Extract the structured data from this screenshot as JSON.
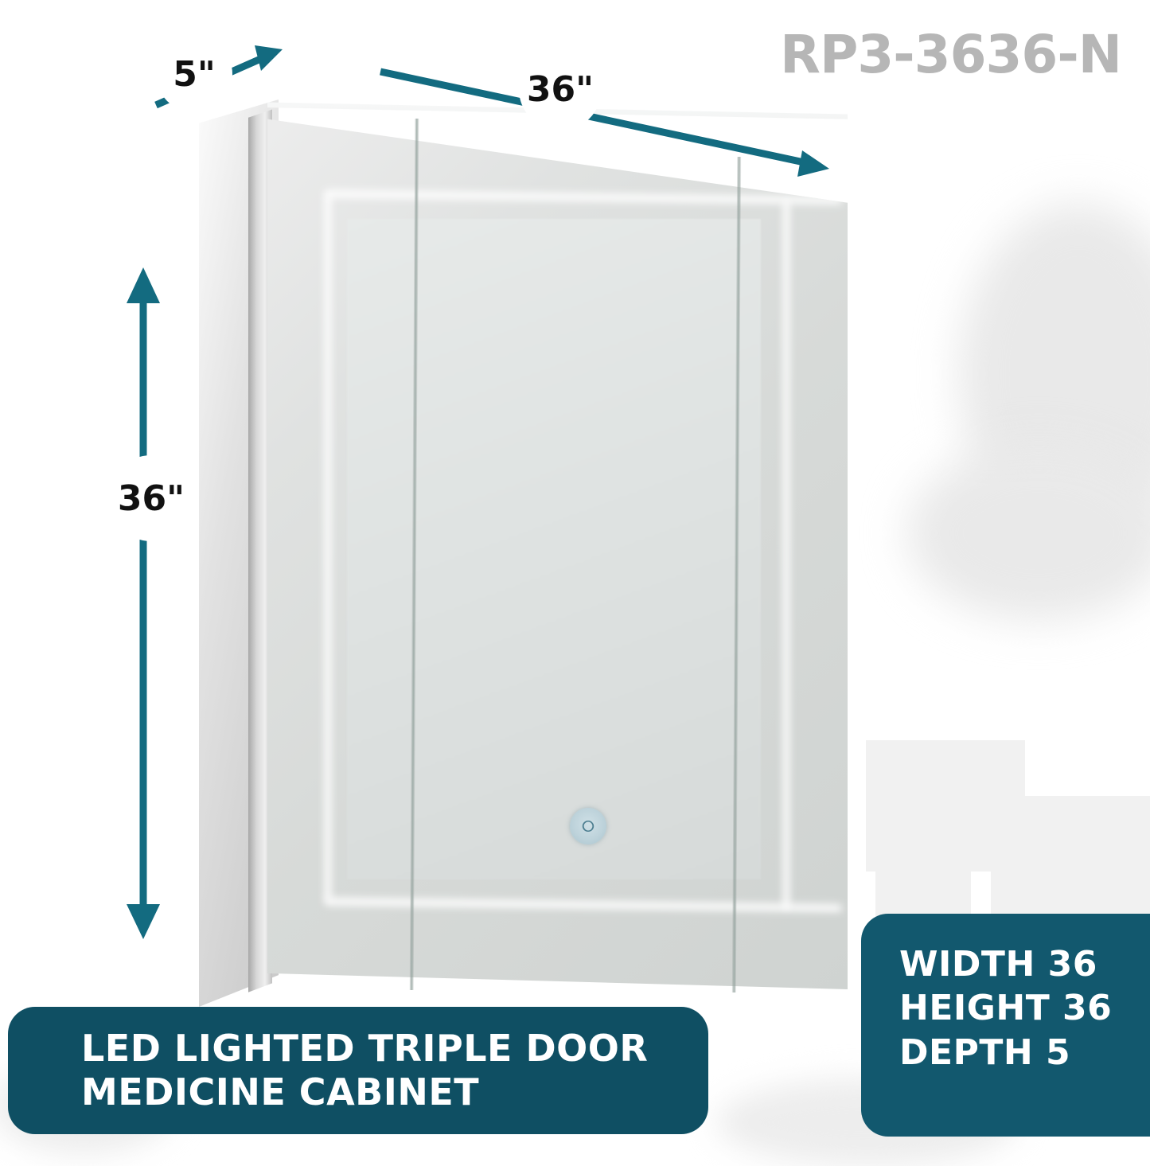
{
  "model_label": "RP3-3636-N",
  "dimensions": {
    "depth": {
      "badge": "5\"",
      "name": "depth-dimension"
    },
    "width": {
      "badge": "36\"",
      "name": "width-dimension"
    },
    "height": {
      "badge": "36\"",
      "name": "height-dimension"
    }
  },
  "title": {
    "line1": "LED LIGHTED TRIPLE DOOR",
    "line2": "MEDICINE CABINET"
  },
  "specs": {
    "width": "WIDTH 36",
    "height": "HEIGHT 36",
    "depth": "DEPTH 5"
  },
  "product": {
    "touch_button_glyph": "⭘",
    "door_count": 3
  },
  "colors": {
    "accent_dark": "#0f4f63",
    "accent_panel": "#12586e",
    "arrow": "#136b80",
    "model_text": "#b6b6b6",
    "background": "#ffffff"
  }
}
